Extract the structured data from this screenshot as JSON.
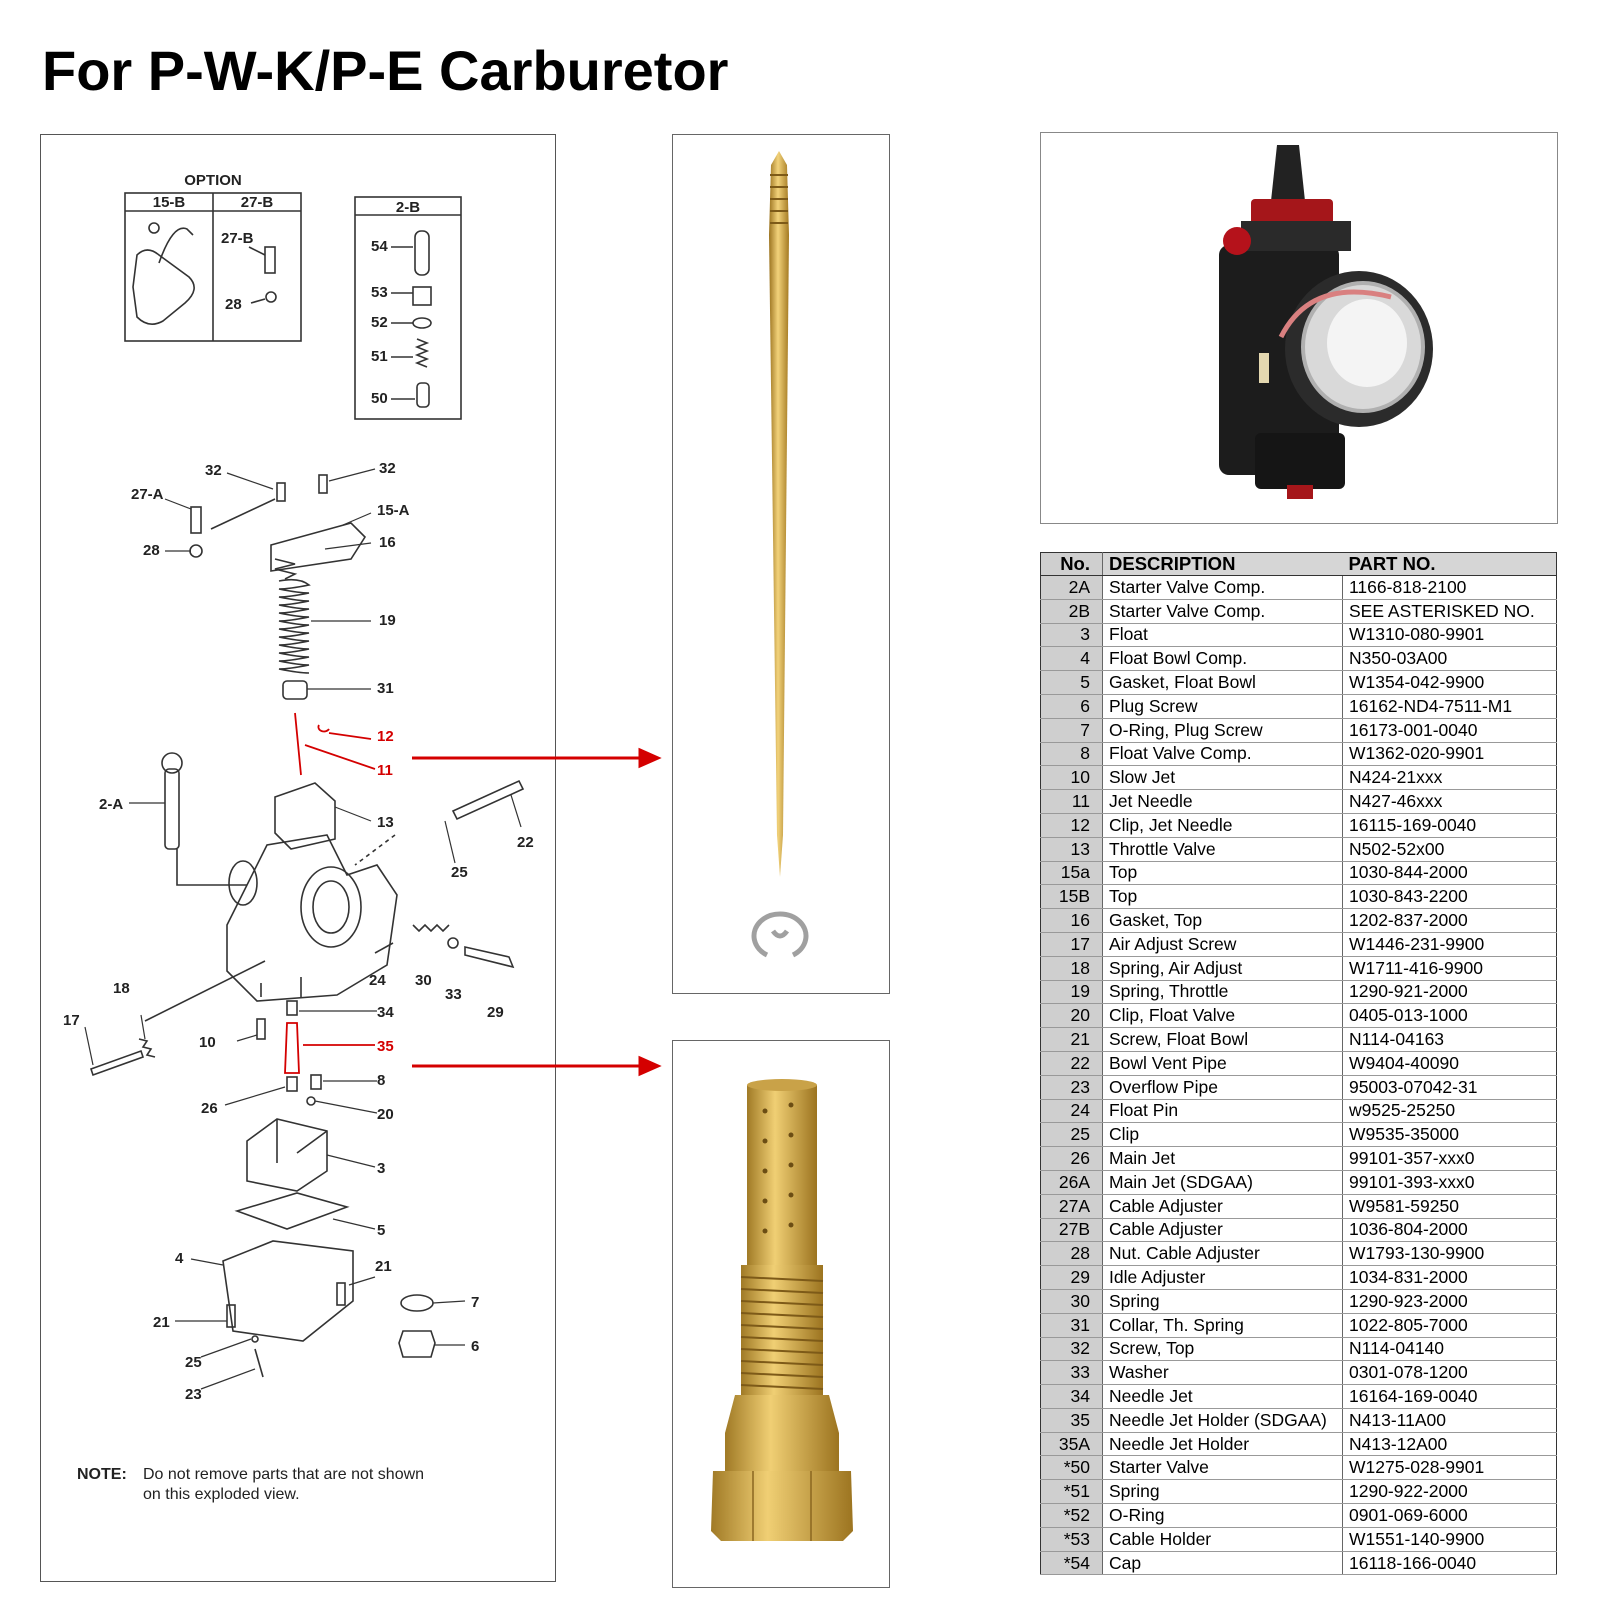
{
  "title": "For P-W-K/P-E Carburetor",
  "diagram": {
    "option_label": "OPTION",
    "box_labels": [
      "15-B",
      "27-B",
      "2-B"
    ],
    "callouts": [
      "27-B",
      "28",
      "54",
      "53",
      "52",
      "51",
      "50",
      "32",
      "32",
      "27-A",
      "15-A",
      "16",
      "28",
      "19",
      "31",
      "12",
      "11",
      "2-A",
      "13",
      "22",
      "25",
      "24",
      "30",
      "33",
      "29",
      "18",
      "17",
      "34",
      "10",
      "35",
      "8",
      "26",
      "20",
      "3",
      "5",
      "4",
      "21",
      "21",
      "7",
      "6",
      "25",
      "23"
    ],
    "note_label": "NOTE:",
    "note_line1": "Do not remove parts that are not shown",
    "note_line2": "on this exploded view."
  },
  "colors": {
    "highlight": "#d40000",
    "brass": "#d4a73a",
    "table_header": "#d6d6d6"
  },
  "table": {
    "headers": [
      "No.",
      "DESCRIPTION",
      "PART NO."
    ],
    "rows": [
      [
        "2A",
        "Starter Valve Comp.",
        "1166-818-2100"
      ],
      [
        "2B",
        "Starter Valve Comp.",
        "SEE ASTERISKED NO."
      ],
      [
        "3",
        "Float",
        "W1310-080-9901"
      ],
      [
        "4",
        "Float Bowl Comp.",
        "N350-03A00"
      ],
      [
        "5",
        "Gasket, Float Bowl",
        "W1354-042-9900"
      ],
      [
        "6",
        "Plug Screw",
        "16162-ND4-7511-M1"
      ],
      [
        "7",
        "O-Ring, Plug Screw",
        "16173-001-0040"
      ],
      [
        "8",
        "Float Valve Comp.",
        "W1362-020-9901"
      ],
      [
        "10",
        "Slow Jet",
        "N424-21xxx"
      ],
      [
        "11",
        "Jet Needle",
        "N427-46xxx"
      ],
      [
        "12",
        "Clip, Jet Needle",
        "16115-169-0040"
      ],
      [
        "13",
        "Throttle Valve",
        "N502-52x00"
      ],
      [
        "15a",
        "Top",
        "1030-844-2000"
      ],
      [
        "15B",
        "Top",
        "1030-843-2200"
      ],
      [
        "16",
        "Gasket, Top",
        "1202-837-2000"
      ],
      [
        "17",
        "Air Adjust Screw",
        "W1446-231-9900"
      ],
      [
        "18",
        "Spring, Air Adjust",
        "W1711-416-9900"
      ],
      [
        "19",
        "Spring, Throttle",
        "1290-921-2000"
      ],
      [
        "20",
        "Clip, Float Valve",
        "0405-013-1000"
      ],
      [
        "21",
        "Screw, Float Bowl",
        "N114-04163"
      ],
      [
        "22",
        "Bowl Vent Pipe",
        "W9404-40090"
      ],
      [
        "23",
        "Overflow Pipe",
        "95003-07042-31"
      ],
      [
        "24",
        "Float Pin",
        "w9525-25250"
      ],
      [
        "25",
        "Clip",
        "W9535-35000"
      ],
      [
        "26",
        "Main Jet",
        "99101-357-xxx0"
      ],
      [
        "26A",
        "Main Jet (SDGAA)",
        "99101-393-xxx0"
      ],
      [
        "27A",
        "Cable Adjuster",
        "W9581-59250"
      ],
      [
        "27B",
        "Cable Adjuster",
        "1036-804-2000"
      ],
      [
        "28",
        "Nut. Cable Adjuster",
        "W1793-130-9900"
      ],
      [
        "29",
        "Idle Adjuster",
        "1034-831-2000"
      ],
      [
        "30",
        "Spring",
        "1290-923-2000"
      ],
      [
        "31",
        "Collar, Th. Spring",
        "1022-805-7000"
      ],
      [
        "32",
        "Screw, Top",
        "N114-04140"
      ],
      [
        "33",
        "Washer",
        "0301-078-1200"
      ],
      [
        "34",
        "Needle Jet",
        "16164-169-0040"
      ],
      [
        "35",
        "Needle Jet Holder (SDGAA)",
        "N413-11A00"
      ],
      [
        "35A",
        "Needle Jet Holder",
        "N413-12A00"
      ],
      [
        "*50",
        "Starter Valve",
        "W1275-028-9901"
      ],
      [
        "*51",
        "Spring",
        "1290-922-2000"
      ],
      [
        "*52",
        "O-Ring",
        "0901-069-6000"
      ],
      [
        "*53",
        "Cable Holder",
        "W1551-140-9900"
      ],
      [
        "*54",
        "Cap",
        "16118-166-0040"
      ]
    ]
  }
}
